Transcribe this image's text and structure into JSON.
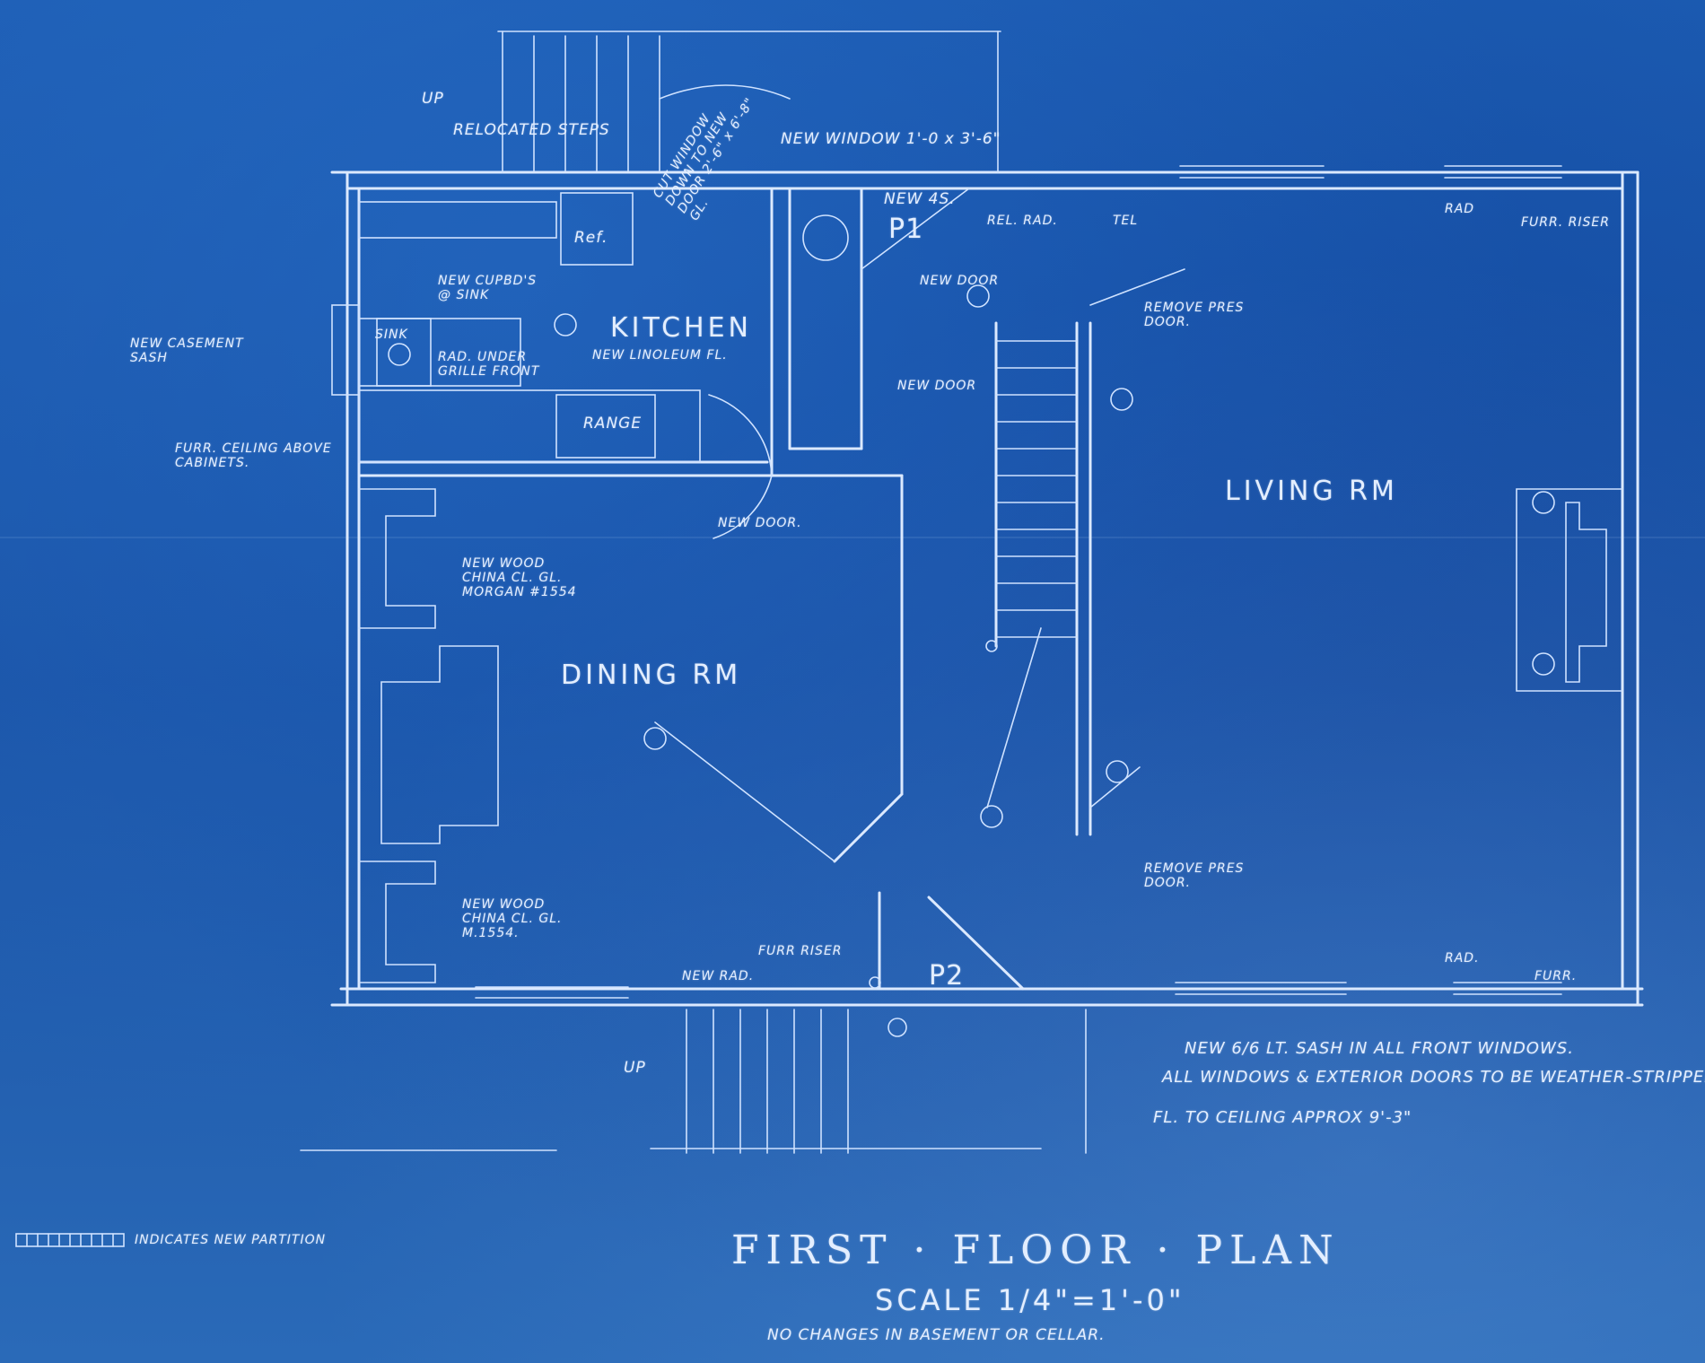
{
  "labels": {
    "relocated_steps": "RELOCATED STEPS",
    "new_window": "NEW WINDOW 1'-0 x 3'-6\"",
    "up_top": "UP",
    "new_4s": "NEW 4S.",
    "p1": "P1",
    "rel_rad": "REL. RAD.",
    "tel": "TEL",
    "rad_top": "RAD",
    "furr_riser_top": "FURR. RISER",
    "ref": "Ref.",
    "cut_window": "CUT WINDOW DOWN TO NEW DOOR 2'-6\" x 6'-8\" GL.",
    "new_cupbds": "NEW CUPBD'S @ SINK",
    "kitchen": "KITCHEN",
    "new_linoleum": "NEW LINOLEUM FL.",
    "new_casement": "NEW CASEMENT SASH",
    "sink": "SINK",
    "rad_under": "RAD. UNDER GRILLE FRONT",
    "new_door_1": "NEW DOOR",
    "remove_pres_door_1": "REMOVE PRES DOOR.",
    "new_door_2": "NEW DOOR",
    "range": "RANGE",
    "furr_ceiling": "FURR. CEILING ABOVE CABINETS.",
    "new_door_3": "NEW DOOR.",
    "living_rm": "LIVING RM",
    "new_wood_1": "NEW WOOD CHINA CL. GL. MORGAN #1554",
    "dining_rm": "DINING RM",
    "new_wood_2": "NEW WOOD CHINA CL. GL. M.1554.",
    "remove_pres_door_2": "REMOVE PRES DOOR.",
    "furr_riser_bottom": "FURR RISER",
    "new_rad": "NEW RAD.",
    "p2": "P2",
    "rad_bottom": "RAD.",
    "furr_bottom": "FURR.",
    "up_bottom": "UP",
    "note_1": "NEW 6/6 LT. SASH IN ALL FRONT WINDOWS.",
    "note_2": "ALL WINDOWS & EXTERIOR DOORS TO BE WEATHER-STRIPPED",
    "note_3": "FL. TO CEILING APPROX 9'-3\"",
    "legend": "INDICATES NEW PARTITION",
    "title": "FIRST · FLOOR · PLAN",
    "scale": "SCALE 1/4\"=1'-0\"",
    "no_changes": "NO CHANGES IN BASEMENT OR CELLAR."
  },
  "colors": {
    "paper": "#1a56a8",
    "ink": "#dbe9ff"
  }
}
